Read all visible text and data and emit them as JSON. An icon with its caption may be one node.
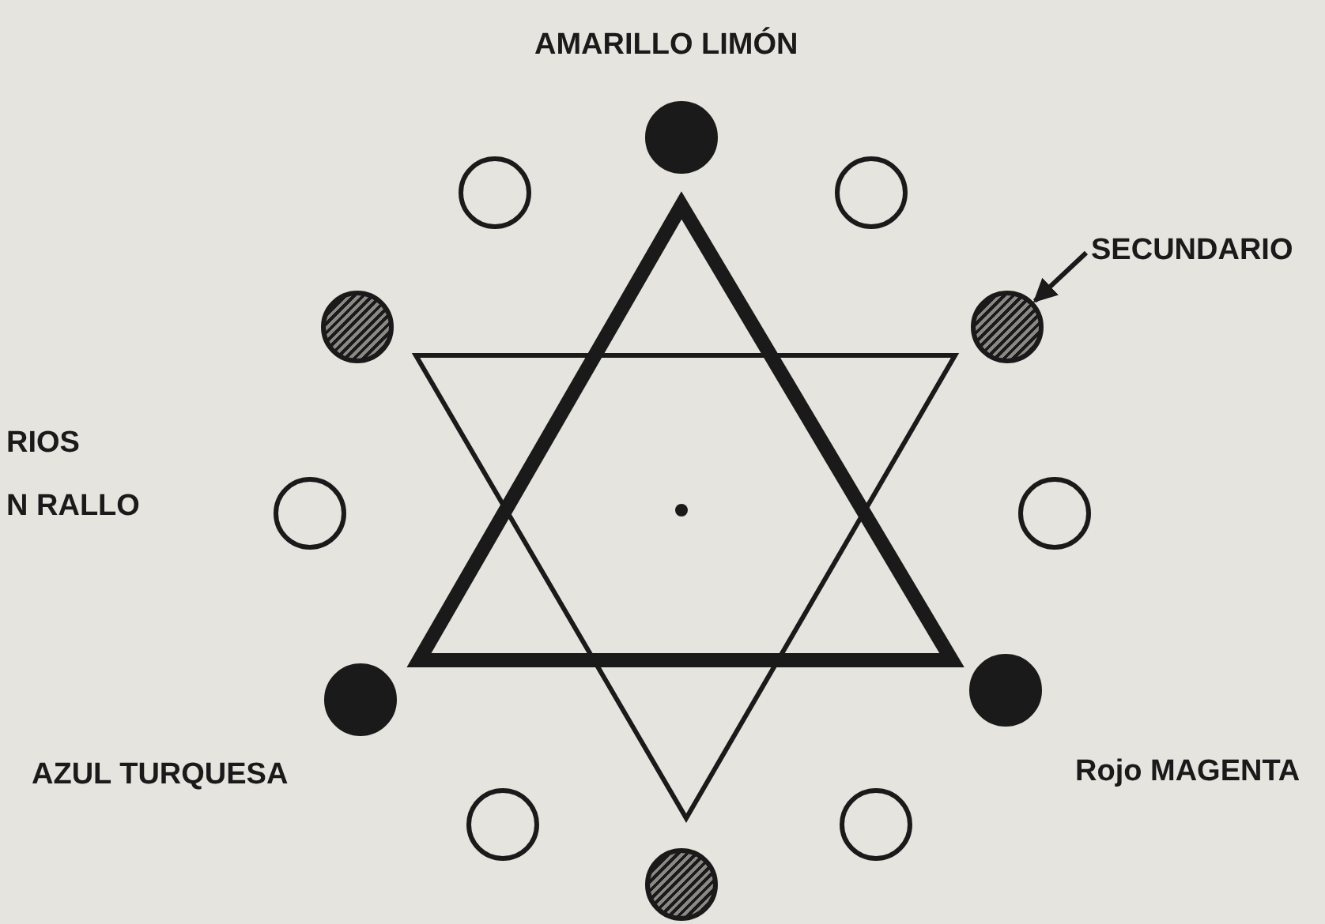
{
  "diagram": {
    "nodes": [
      {
        "text": [],
        "shape": "circle"
      },
      {
        "text": [],
        "shape": "circle"
      },
      {
        "text": [],
        "shape": "circle"
      },
      {
        "text": [
          "SECUNDARIO"
        ]
      },
      {
        "text": [],
        "shape": "circle"
      },
      {
        "text": [],
        "shape": "circle"
      },
      {
        "text": [],
        "shape": "circle"
      },
      {
        "text": [],
        "shape": "circle"
      },
      {
        "text": [],
        "shape": "circle"
      },
      {
        "text": [],
        "shape": "circle"
      },
      {
        "text": [],
        "shape": "circle"
      },
      {
        "text": [],
        "shape": "circle"
      },
      {
        "text": [],
        "shape": "circle"
      }
    ],
    "edges": [
      {
        "from": 3,
        "to": 5,
        "arrow": "to"
      }
    ],
    "labels": [
      "AMARILLO LIMÓN",
      "RIOS",
      "N RALLO",
      "AZUL TURQUESA",
      "Rojo MAGENTA"
    ]
  }
}
